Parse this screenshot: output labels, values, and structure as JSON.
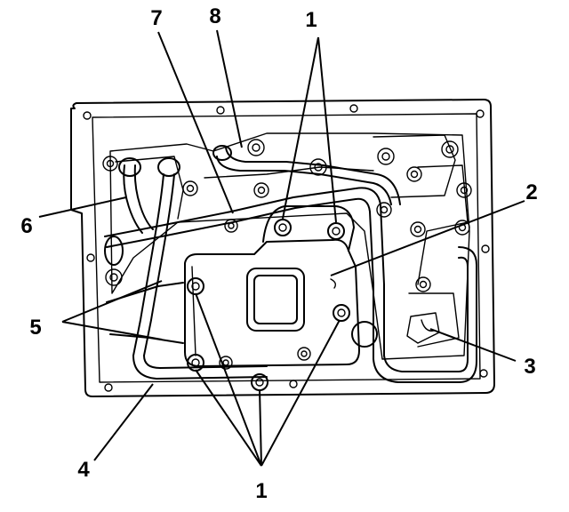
{
  "callouts": {
    "label_1_top": "1",
    "label_1_bottom": "1",
    "label_2": "2",
    "label_3": "3",
    "label_4": "4",
    "label_5": "5",
    "label_6": "6",
    "label_7": "7",
    "label_8": "8"
  }
}
